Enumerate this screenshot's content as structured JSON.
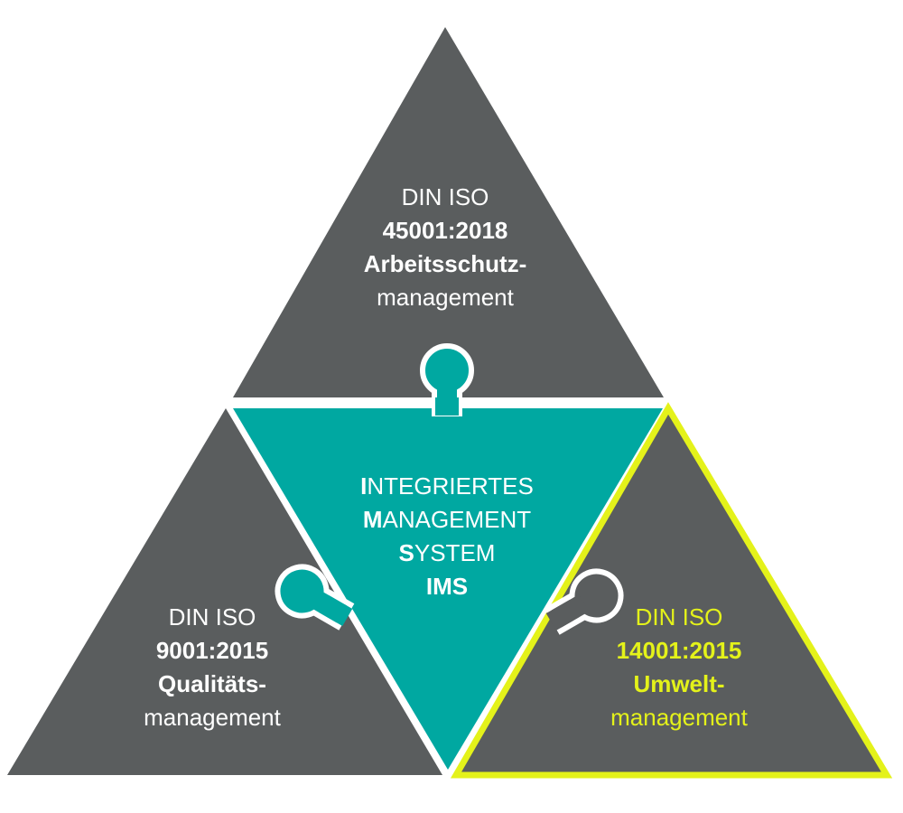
{
  "colors": {
    "dark_triangle": "#5a5d5e",
    "teal_center": "#00a8a1",
    "separator": "#ffffff",
    "highlight_outline": "#e4f21a",
    "highlight_text": "#e4f21a"
  },
  "top": {
    "line1": "DIN ISO",
    "line2": "45001:2018",
    "line3": "Arbeitsschutz-",
    "line4": "management"
  },
  "center": {
    "line1_initial": "I",
    "line1_rest": "NTEGRIERTES",
    "line2_initial": "M",
    "line2_rest": "ANAGEMENT",
    "line3_initial": "S",
    "line3_rest": "YSTEM",
    "line4": "IMS"
  },
  "left": {
    "line1": "DIN ISO",
    "line2": "9001:2015",
    "line3": "Qualitäts-",
    "line4": "management"
  },
  "right": {
    "line1": "DIN ISO",
    "line2": "14001:2015",
    "line3": "Umwelt-",
    "line4": "management"
  }
}
